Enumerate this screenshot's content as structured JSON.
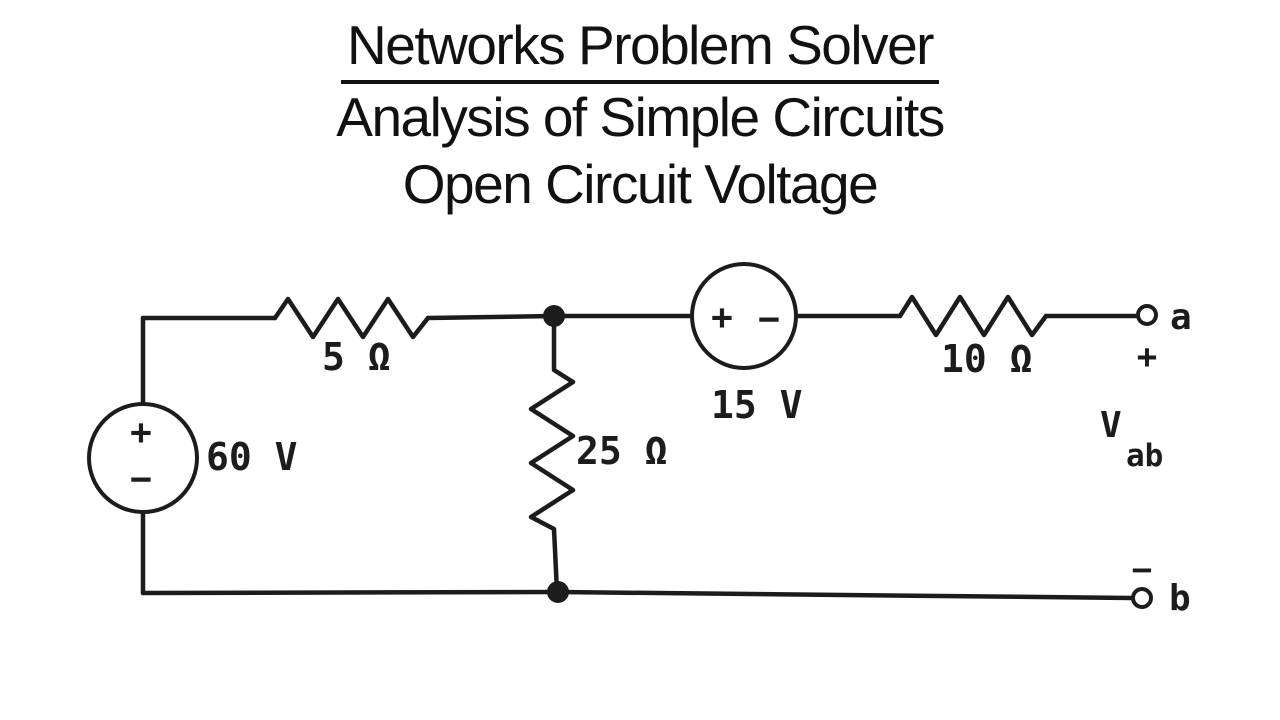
{
  "title": {
    "line1": "Networks Problem Solver",
    "line2": "Analysis of Simple Circuits",
    "line3": "Open Circuit Voltage"
  },
  "circuit": {
    "source60": {
      "label": "60 V",
      "plus": "+",
      "minus": "−"
    },
    "resistor5": {
      "label": "5 Ω"
    },
    "resistor25": {
      "label": "25 Ω"
    },
    "source15": {
      "label": "15 V",
      "plus": "+",
      "minus": "−"
    },
    "resistor10": {
      "label": "10 Ω"
    },
    "terminalA": {
      "name": "a",
      "polarity": "+"
    },
    "terminalB": {
      "name": "b",
      "polarity": "−"
    },
    "openCircuitVoltage": {
      "symbol": "V",
      "subscript": "ab"
    }
  },
  "colors": {
    "ink": "#1c1c1c",
    "background": "#ffffff"
  }
}
